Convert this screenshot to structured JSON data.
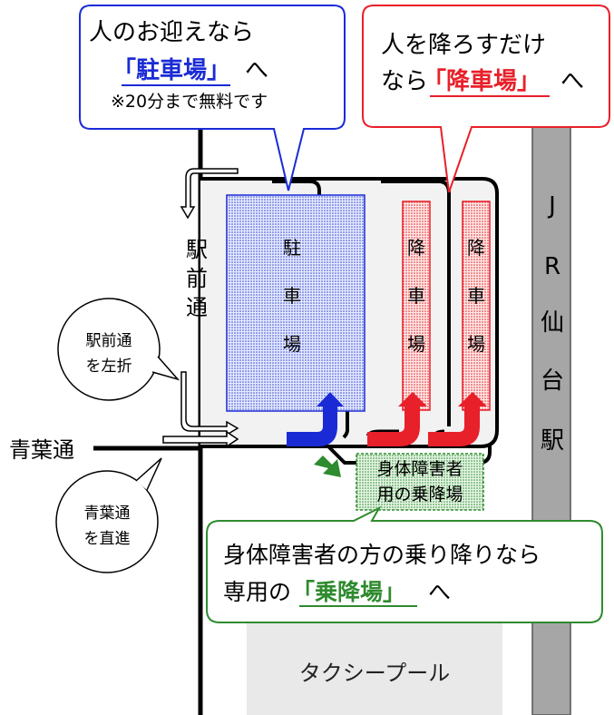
{
  "callouts": {
    "parking": {
      "line1": "人のお迎えなら",
      "name": "「駐車場」",
      "suffix": "へ",
      "note": "※20分まで無料です"
    },
    "dropoff": {
      "line1": "人を降ろすだけ",
      "line2_prefix": "なら",
      "name": "「降車場」",
      "suffix": "へ"
    },
    "accessible": {
      "line1": "身体障害者の方の乗り降りなら",
      "line2_prefix": "専用の",
      "name": "「乗降場」",
      "suffix": "へ"
    }
  },
  "lots": {
    "parking": [
      "駐",
      "車",
      "場"
    ],
    "dropoff_left": [
      "降",
      "車",
      "場"
    ],
    "dropoff_right": [
      "降",
      "車",
      "場"
    ],
    "accessible_line1": "身体障害者",
    "accessible_line2": "用の乗降場"
  },
  "roads": {
    "ekimae": [
      "駅",
      "前",
      "通"
    ],
    "aoba": "青葉通",
    "jr": [
      "J",
      "R",
      "仙",
      "台",
      "駅"
    ],
    "taxi_pool": "タクシープール"
  },
  "hints": {
    "left_turn": [
      "駅前通",
      "を左折"
    ],
    "straight": [
      "青葉通",
      "を直進"
    ]
  },
  "colors": {
    "blue": "#1a2bd6",
    "red": "#e8202a",
    "green": "#2e8b2e",
    "gray": "#9e9e9e",
    "lightgray": "#e9e9e9"
  }
}
